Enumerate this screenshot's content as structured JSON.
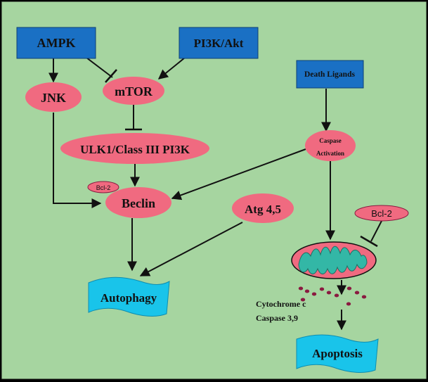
{
  "nodes": {
    "ampk": "AMPK",
    "pi3k_akt": "PI3K/Akt",
    "death_ligands": "Death Ligands",
    "jnk": "JNK",
    "mtor": "mTOR",
    "ulk1": "ULK1/Class III PI3K",
    "caspase_activation_1": "Caspase",
    "caspase_activation_2": "Activation",
    "bcl2_small": "Bcl-2",
    "beclin": "Beclin",
    "atg": "Atg 4,5",
    "bcl2_right": "Bcl-2",
    "autophagy": "Autophagy",
    "cytochrome": "Cytochrome c",
    "caspase39": "Caspase 3,9",
    "apoptosis": "Apoptosis"
  },
  "colors": {
    "background": "#a6d5a0",
    "box": "#1a70c4",
    "ellipse": "#f06a80",
    "banner": "#19c4ea",
    "mito_outer": "#f06a80",
    "mito_inner": "#33b7a6",
    "dots": "#8a1a40"
  }
}
